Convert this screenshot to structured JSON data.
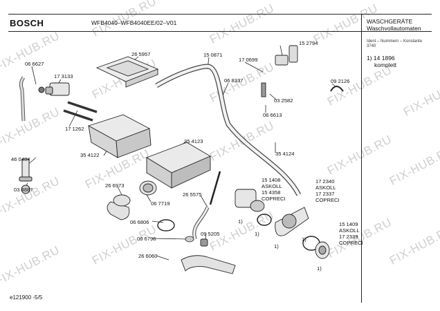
{
  "header": {
    "brand": "BOSCH",
    "model": "WFB4040–WFB4040EE/02–V01",
    "category_line1": "WASCHGERÄTE",
    "category_line2": "Waschvollautomaten"
  },
  "side_panel": {
    "ident_label": "Ident – Nummern – Konstante",
    "ident_value": "3740",
    "footnote_num": "1) 14 1896",
    "footnote_text": "komplett"
  },
  "part_numbers": [
    "06 6627",
    "17 3133",
    "26 5957",
    "15 0871",
    "17 0699",
    "15 2794",
    "06 8337",
    "03 2582",
    "09 2126",
    "06 6613",
    "17 1262",
    "35 4122",
    "35 4123",
    "35 4124",
    "46 0484",
    "03 4887",
    "26 6973",
    "06 7719",
    "26 5575",
    "06 6806",
    "06 6796",
    "09 5205",
    "26 6060"
  ],
  "label_blocks": {
    "pump_left": [
      "15 1408",
      "ASKOLL",
      "15 4358",
      "COPRECI"
    ],
    "pump_mid": [
      "17 2340",
      "ASKOLL",
      "17 2337",
      "COPRECI"
    ],
    "pump_right": [
      "15 1409",
      "ASKOLL",
      "17 2339",
      "COPRECI"
    ]
  },
  "footnote_markers": [
    "1)",
    "1)",
    "1)",
    "1)",
    "1)"
  ],
  "footer": {
    "doc_id": "e121900",
    "page": "-5/5"
  },
  "watermark": "FIX-HUB.RU"
}
